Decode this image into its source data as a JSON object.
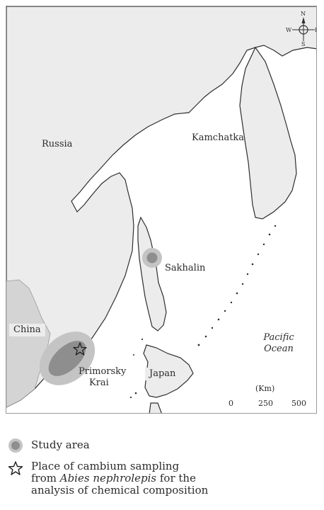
{
  "map": {
    "labels": {
      "russia": "Russia",
      "kamchatka": "Kamchatka",
      "sakhalin": "Sakhalin",
      "china": "China",
      "primorsky": "Primorsky",
      "krai": "Krai",
      "japan": "Japan",
      "pacific": "Pacific",
      "ocean": "Ocean"
    },
    "compass": {
      "n": "N",
      "e": "E",
      "s": "S",
      "w": "W"
    },
    "scale": {
      "unit": "(Km)",
      "ticks": [
        "0",
        "250",
        "500"
      ]
    },
    "colors": {
      "land": "#ececec",
      "china_land": "#d4d4d4",
      "coast": "#2e2e2e",
      "study_outer": "#c4c4c4",
      "study_inner": "#8e8e8e"
    }
  },
  "legend": {
    "study_area": "Study area",
    "sampling_prefix": "Place of cambium sampling",
    "sampling_line2_pre": "from ",
    "sampling_species": "Abies nephrolepis",
    "sampling_line2_post": " for the",
    "sampling_line3": "analysis of chemical composition"
  }
}
